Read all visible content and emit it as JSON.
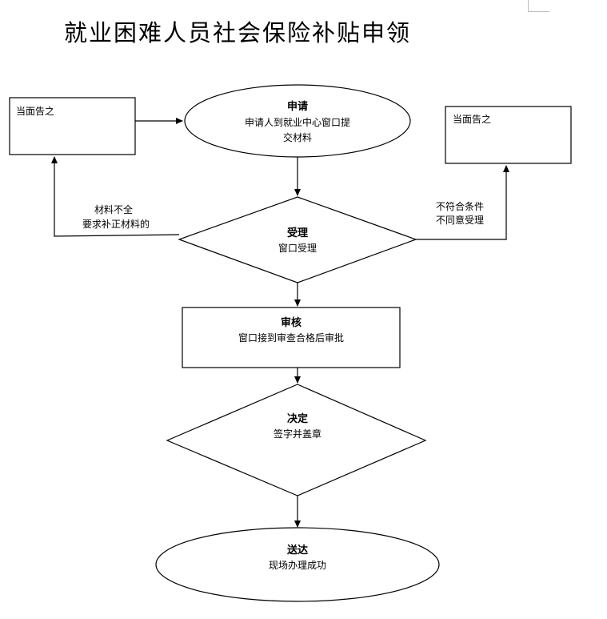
{
  "title": "就业困难人员社会保险补贴申领",
  "nodes": {
    "apply": {
      "title": "申请",
      "lines": [
        "申请人到就业中心窗口提",
        "交材料"
      ]
    },
    "accept": {
      "title": "受理",
      "lines": [
        "窗口受理"
      ]
    },
    "review": {
      "title": "审核",
      "lines": [
        "窗口接到审查合格后审批"
      ]
    },
    "decide": {
      "title": "决定",
      "lines": [
        "签字并盖章"
      ]
    },
    "deliver": {
      "title": "送达",
      "lines": [
        "现场办理成功"
      ]
    },
    "notify_left": {
      "text": "当面告之"
    },
    "notify_right": {
      "text": "当面告之"
    }
  },
  "edges": {
    "left_label": [
      "材料不全",
      "要求补正材料的"
    ],
    "right_label": [
      "不符合条件",
      "不同意受理"
    ]
  }
}
